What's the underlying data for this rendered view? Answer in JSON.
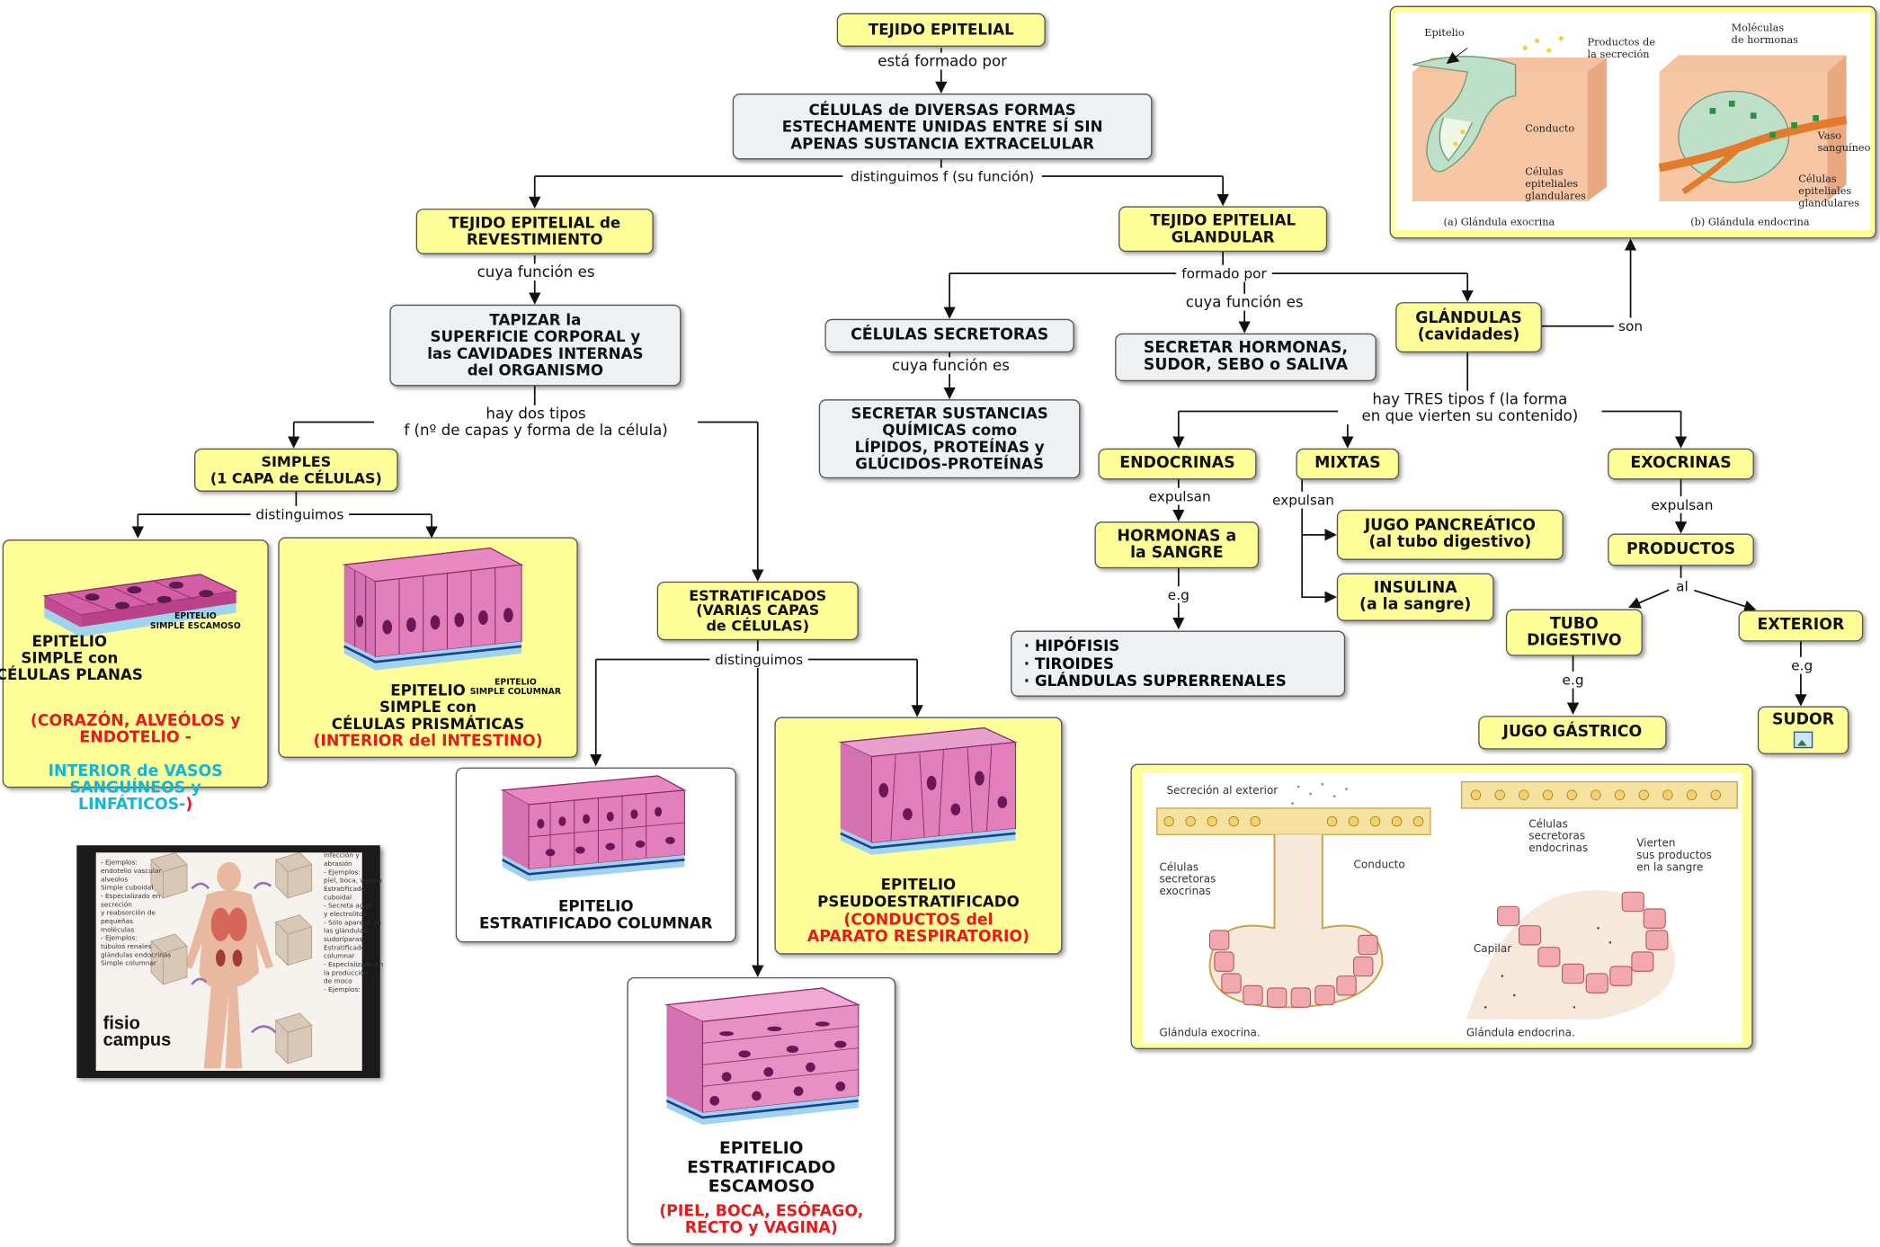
{
  "root": "TEJIDO EPITELIAL",
  "link_formado": "está formado por",
  "celulas": "CÉLULAS  de DIVERSAS FORMAS\nESTECHAMENTE UNIDAS ENTRE SÍ SIN\nAPENAS SUSTANCIA EXTRACELULAR",
  "link_distinguimos_funcion": "distinguimos f (su función)",
  "revestimiento": "TEJIDO EPITELIAL de\nREVESTIMIENTO",
  "glandular": "TEJIDO EPITELIAL\nGLANDULAR",
  "link_cuya_funcion_1": "cuya función es",
  "tapizar": "TAPIZAR la\nSUPERFICIE CORPORAL y\nlas CAVIDADES INTERNAS\ndel ORGANISMO",
  "link_hay_dos_tipos": "hay dos tipos\nf (nº de capas y forma de la célula)",
  "simples": "SIMPLES\n(1 CAPA de CÉLULAS)",
  "link_distinguimos_1": "distinguimos",
  "estratificados": "ESTRATIFICADOS\n(VARIAS CAPAS\nde CÉLULAS)",
  "link_distinguimos_2": "distinguimos",
  "card_planas": {
    "caption": "EPITELIO\nSIMPLE con\nCÉLULAS PLANAS",
    "tiny": "EPITELIO\nSIMPLE ESCAMOSO",
    "red": "(CORAZÓN, ALVEÓLOS y\nENDOTELIO -",
    "cyan": "INTERIOR de VASOS\nSANGUÍNEOS y\nLINFÁTICOS-",
    "red_end": ")"
  },
  "card_prismaticas": {
    "tiny": "EPITELIO\nSIMPLE COLUMNAR",
    "caption": "EPITELIO\nSIMPLE con\nCÉLULAS PRISMÁTICAS",
    "red": "(INTERIOR del INTESTINO)"
  },
  "card_columnar": {
    "caption": "EPITELIO\nESTRATIFICADO COLUMNAR"
  },
  "card_pseudo": {
    "caption": "EPITELIO\nPSEUDOESTRATIFICADO",
    "red": "(CONDUCTOS del\nAPARATO RESPIRATORIO)"
  },
  "card_escamoso": {
    "caption": "EPITELIO\nESTRATIFICADO\nESCAMOSO",
    "red": "(PIEL, BOCA, ESÓFAGO,\nRECTO y VAGINA)"
  },
  "link_formado_por": "formado por",
  "celulas_secretoras": "CÉLULAS SECRETORAS",
  "link_cuya_funcion_2": "cuya función es",
  "secretar_sustancias": "SECRETAR SUSTANCIAS\nQUÍMICAS como\nLÍPIDOS, PROTEÍNAS y\nGLÚCIDOS-PROTEÍNAS",
  "link_cuya_funcion_3": "cuya función es",
  "secretar_hormonas": "SECRETAR HORMONAS,\nSUDOR, SEBO o SALIVA",
  "glandulas": "GLÁNDULAS\n(cavidades)",
  "link_son": "son",
  "link_tres_tipos": "hay TRES tipos f (la forma\nen que vierten su contenido)",
  "endocrinas": "ENDOCRINAS",
  "mixtas": "MIXTAS",
  "exocrinas": "EXOCRINAS",
  "link_expulsan_1": "expulsan",
  "link_expulsan_2": "expulsan",
  "link_expulsan_3": "expulsan",
  "hormonas_sangre": "HORMONAS a\nla SANGRE",
  "jugo_pancreatico": "JUGO PANCREÁTICO\n(al tubo digestivo)",
  "insulina": "INSULINA\n(a la sangre)",
  "productos": "PRODUCTOS",
  "link_al": "al",
  "link_eg_1": "e.g",
  "link_eg_2": "e.g",
  "link_eg_3": "e.g",
  "endocrine_examples": [
    "· HIPÓFISIS",
    "· TIROIDES",
    "· GLÁNDULAS SUPRERRENALES"
  ],
  "tubo_digestivo": "TUBO\nDIGESTIVO",
  "exterior": "EXTERIOR",
  "jugo_gastrico": "JUGO GÁSTRICO",
  "sudor": "SUDOR",
  "photo_top": {
    "epitelio": "Epitelio",
    "productos": "Productos de\nla secreción",
    "moleculas": "Moléculas\nde hormonas",
    "conducto": "Conducto",
    "vaso": "Vaso\nsanguíneo",
    "celulas_left": "Células\nepiteliales\nglandulares",
    "celulas_right": "Células\nepiteliales\nglandulares",
    "cap_a": "(a) Glándula exocrina",
    "cap_b": "(b) Glándula endocrina"
  },
  "photo_bottom": {
    "secrecion": "Secreción al exterior",
    "celulas_sec": "Células\nsecretoras\nexocrinas",
    "conducto": "Conducto",
    "celulas_endo": "Células\nsecretoras\nendocrinas",
    "vierten": "Vierten\nsus productos\nen la sangre",
    "capilar": "Capilar",
    "cap_exo": "Glándula exocrina.",
    "cap_endo": "Glándula endocrina."
  },
  "video": {
    "logo": "fisio\ncampus",
    "notes_left": [
      "- Ejemplos:",
      "endotelio vascular",
      "alveolos",
      "Simple cuboidal",
      "- Especializado en secreción",
      "y reabsorción de pequeñas",
      "moléculas",
      "- Ejemplos:",
      "túbulos renales",
      "glándulas endocrinas",
      "Simple columnar"
    ],
    "notes_right": [
      "infección y abrasión",
      "- Ejemplos:",
      "piel, boca, vagina",
      "Estratificado cuboidal",
      "- Secreta agua",
      "y electrolitos",
      "- Sólo aparece en",
      "las glándulas",
      "sudoríparas",
      "Estratificado columnar",
      "- Especializado en",
      "la producción",
      "de moco",
      "- Ejemplos:"
    ]
  }
}
